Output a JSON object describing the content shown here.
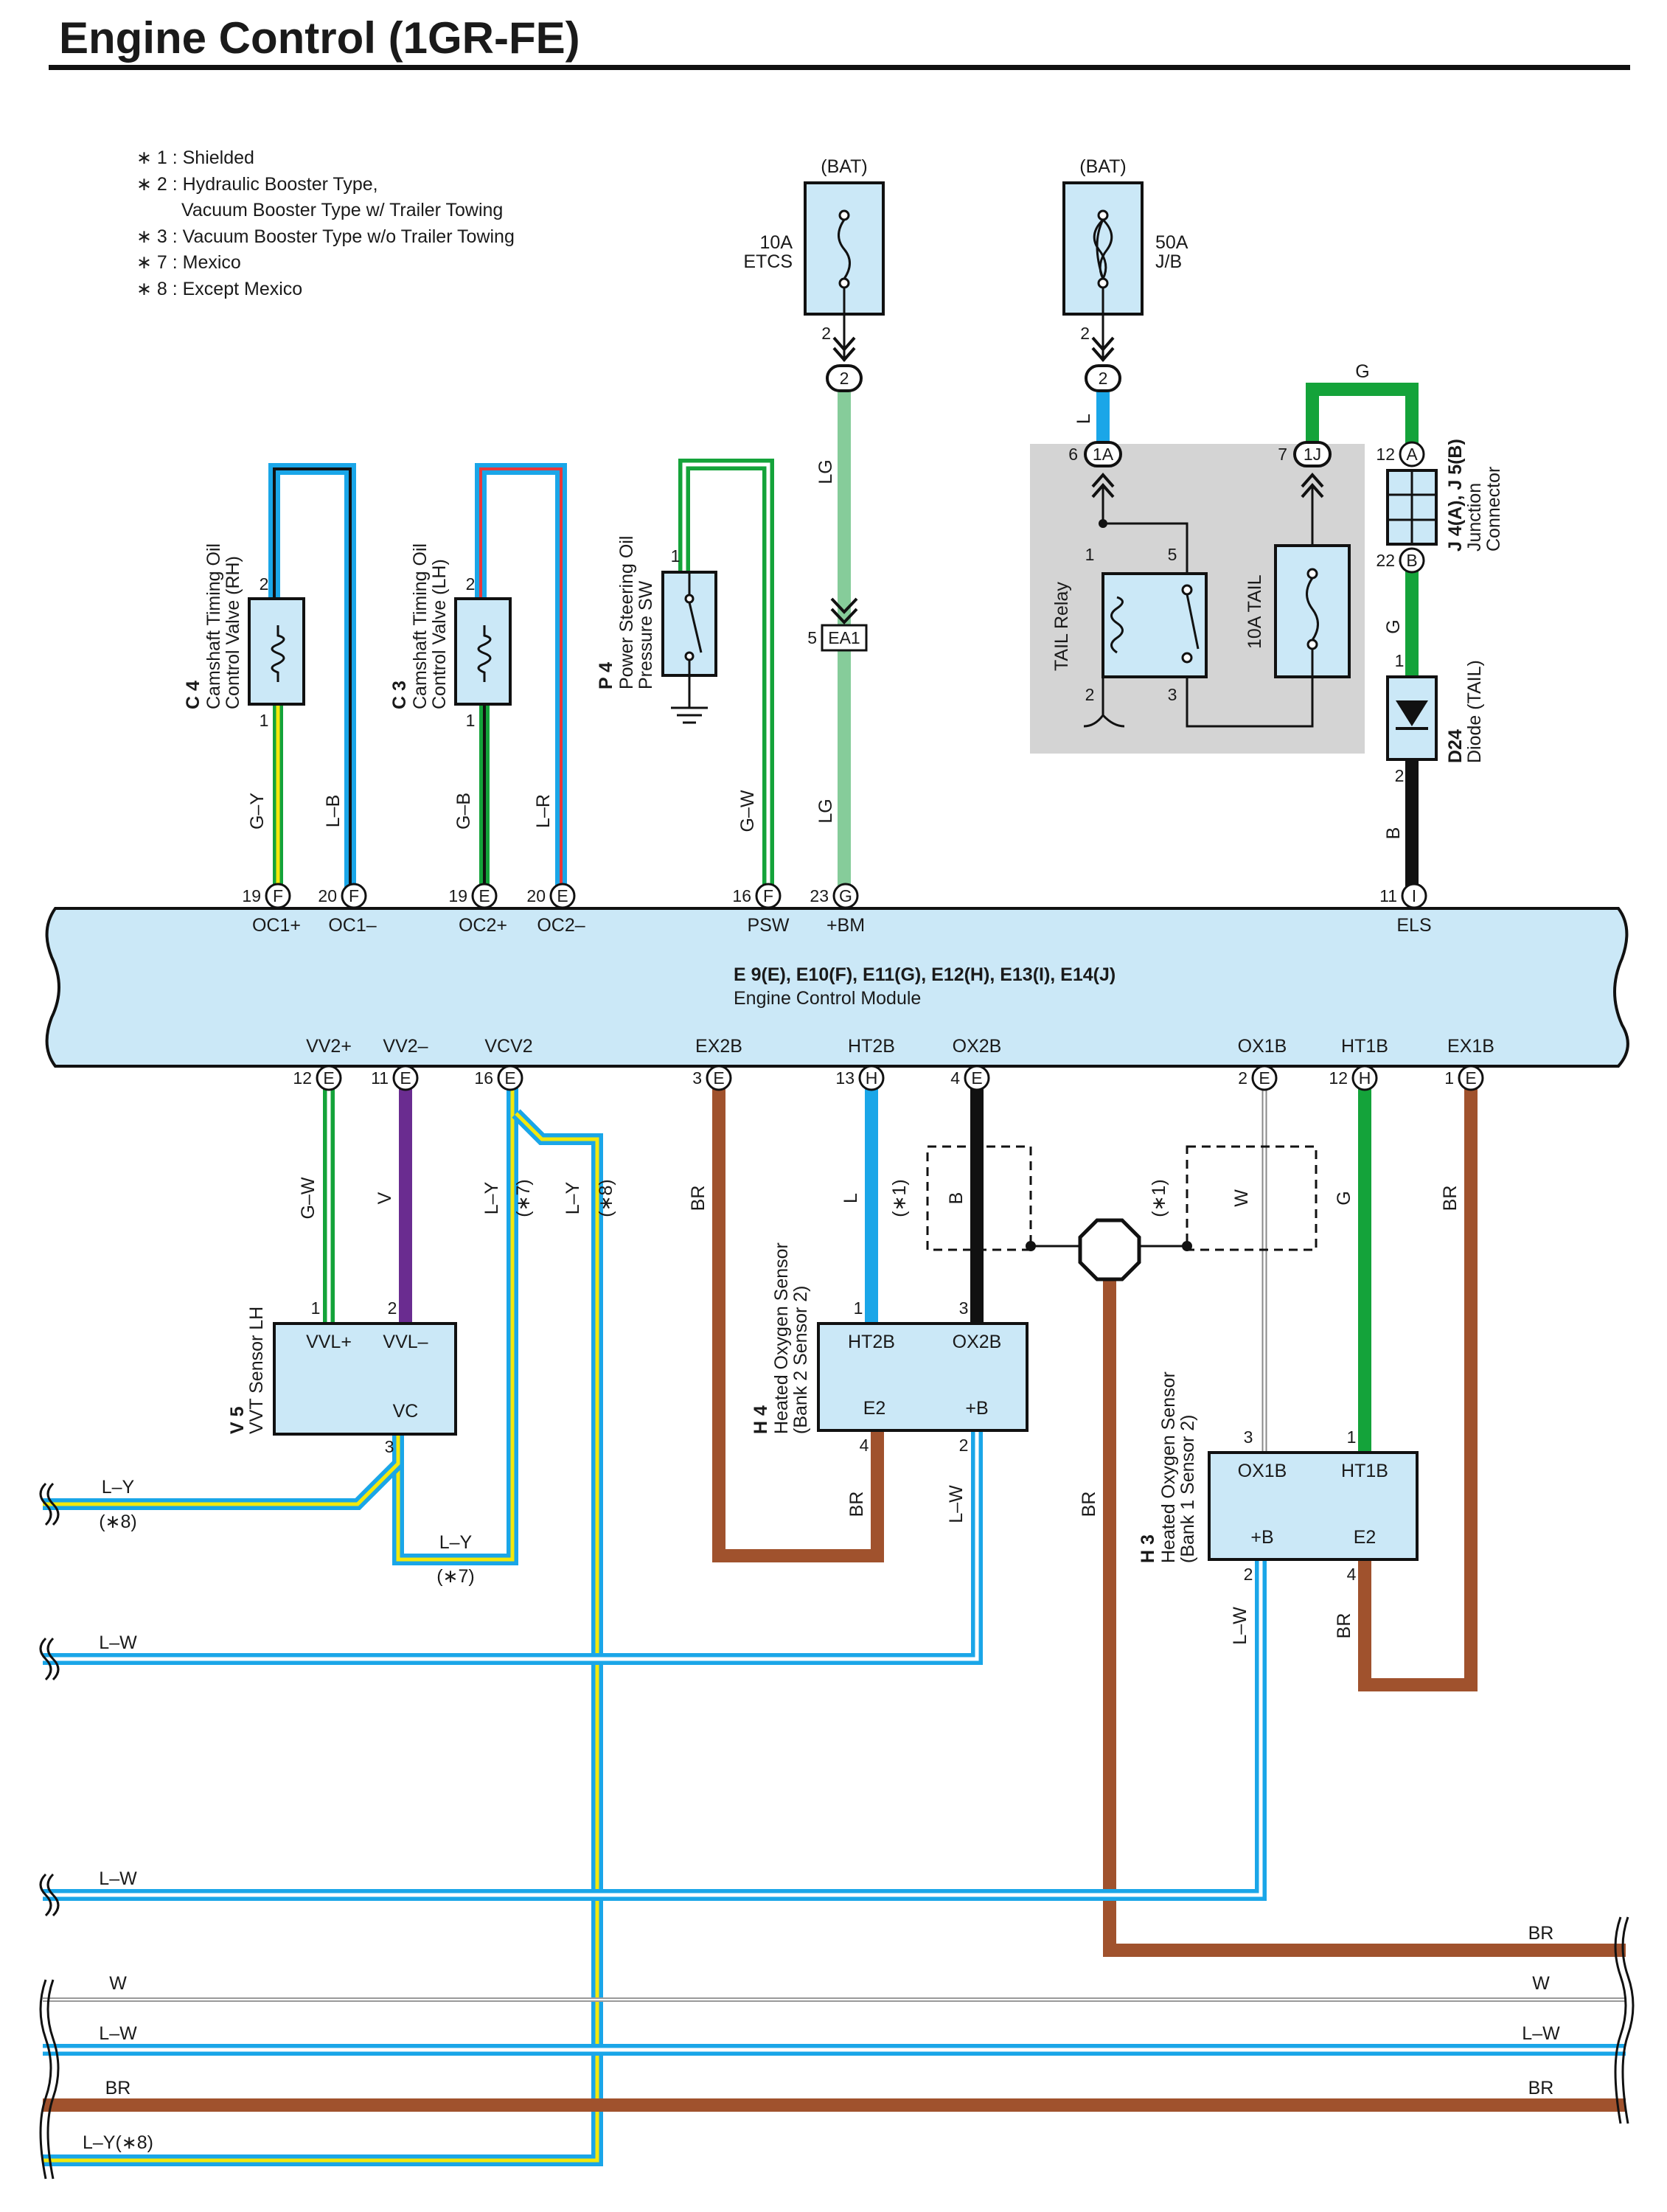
{
  "title": "Engine Control (1GR-FE)",
  "notes": [
    "∗ 1 : Shielded",
    "∗ 2 : Hydraulic Booster Type,",
    "Vacuum Booster Type w/ Trailer Towing",
    "∗ 3 : Vacuum Booster Type w/o Trailer Towing",
    "∗ 7 : Mexico",
    "∗ 8 : Except Mexico"
  ],
  "colors": {
    "sky_blue": "#1aa6e8",
    "yellow": "#f3e80c",
    "green": "#14a33a",
    "light_green": "#86cc9a",
    "red": "#e8393a",
    "violet": "#6a2c90",
    "brown": "#a0522d",
    "black": "#111111",
    "module_fill": "#cbe8f7",
    "relay_box": "#d4d4d4"
  },
  "ecm": {
    "name": "E 9(E), E10(F), E11(G), E12(H), E13(I), E14(J)",
    "sub": "Engine Control Module",
    "top_terms": [
      "OC1+",
      "OC1–",
      "OC2+",
      "OC2–",
      "PSW",
      "+BM",
      "ELS"
    ],
    "bottom_terms": [
      "VV2+",
      "VV2–",
      "VCV2",
      "EX2B",
      "HT2B",
      "OX2B",
      "OX1B",
      "HT1B",
      "EX1B"
    ],
    "top_pins": [
      {
        "num": "19",
        "conn": "F"
      },
      {
        "num": "20",
        "conn": "F"
      },
      {
        "num": "19",
        "conn": "E"
      },
      {
        "num": "20",
        "conn": "E"
      },
      {
        "num": "16",
        "conn": "F"
      },
      {
        "num": "23",
        "conn": "G"
      },
      {
        "num": "11",
        "conn": "I"
      }
    ],
    "bottom_pins": [
      {
        "num": "12",
        "conn": "E"
      },
      {
        "num": "11",
        "conn": "E"
      },
      {
        "num": "16",
        "conn": "E"
      },
      {
        "num": "3",
        "conn": "E"
      },
      {
        "num": "13",
        "conn": "H"
      },
      {
        "num": "4",
        "conn": "E"
      },
      {
        "num": "2",
        "conn": "E"
      },
      {
        "num": "12",
        "conn": "H"
      },
      {
        "num": "1",
        "conn": "E"
      }
    ]
  },
  "components": {
    "c4": {
      "code": "C 4",
      "name1": "Camshaft Timing Oil",
      "name2": "Control Valve (RH)",
      "pins": [
        "2",
        "1"
      ]
    },
    "c3": {
      "code": "C 3",
      "name1": "Camshaft Timing Oil",
      "name2": "Control Valve (LH)",
      "pins": [
        "2",
        "1"
      ]
    },
    "p4": {
      "code": "P 4",
      "name1": "Power Steering Oil",
      "name2": "Pressure SW",
      "pins": [
        "1"
      ]
    },
    "fuse1": {
      "source": "(BAT)",
      "rating": "10A",
      "name": "ETCS",
      "pin": "2",
      "conn": "2"
    },
    "fuse2": {
      "source": "(BAT)",
      "rating": "50A",
      "name": "J/B",
      "pin": "2",
      "conn": "2"
    },
    "ea1": {
      "pin": "5",
      "label": "EA1"
    },
    "relay": {
      "name": "TAIL Relay",
      "pins": [
        "1",
        "5",
        "2",
        "3"
      ],
      "conn_pin": "6",
      "conn": "1A"
    },
    "tail_fuse": {
      "name": "10A TAIL",
      "conn_pin": "7",
      "conn": "1J"
    },
    "junction": {
      "code": "J 4(A), J 5(B)",
      "name1": "Junction",
      "name2": "Connector",
      "pin_a": "12",
      "conn_a": "A",
      "pin_b": "22",
      "conn_b": "B"
    },
    "diode": {
      "code": "D24",
      "name": "Diode (TAIL)",
      "pins": [
        "1",
        "2"
      ]
    },
    "v5": {
      "code": "V 5",
      "name": "VVT Sensor LH",
      "terms": [
        "VVL+",
        "VVL–",
        "VC"
      ],
      "pins": [
        "1",
        "2",
        "3"
      ]
    },
    "h4": {
      "code": "H 4",
      "name1": "Heated Oxygen Sensor",
      "name2": "(Bank 2 Sensor 2)",
      "terms": [
        "HT2B",
        "OX2B",
        "E2",
        "+B"
      ],
      "pins": [
        "1",
        "3",
        "4",
        "2"
      ]
    },
    "h3": {
      "code": "H 3",
      "name1": "Heated Oxygen Sensor",
      "name2": "(Bank 1 Sensor 2)",
      "terms": [
        "OX1B",
        "HT1B",
        "+B",
        "E2"
      ],
      "pins": [
        "3",
        "1",
        "2",
        "4"
      ]
    }
  },
  "wires": {
    "gy": "G–Y",
    "lb": "L–B",
    "gb": "G–B",
    "lr": "L–R",
    "gw": "G–W",
    "lg": "LG",
    "l": "L",
    "g": "G",
    "b": "B",
    "v": "V",
    "ly": "L–Y",
    "br": "BR",
    "w": "W",
    "lw": "L–W",
    "shield": "(∗1)",
    "star7": "(∗7)",
    "star8": "(∗8)",
    "ly8": "L–Y(∗8)"
  }
}
